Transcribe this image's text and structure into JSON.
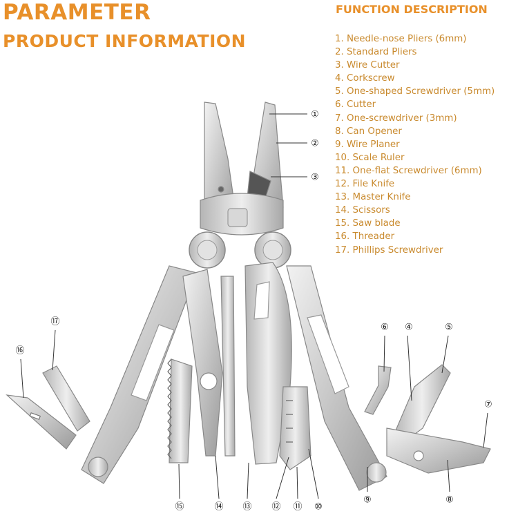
{
  "header": {
    "title_line1": "PARAMETER",
    "title_line2": "PRODUCT INFORMATION"
  },
  "function_description": {
    "title": "FUNCTION DESCRIPTION",
    "items": [
      "1.  Needle-nose Pliers (6mm)",
      "2.  Standard Pliers",
      "3.  Wire Cutter",
      "4.  Corkscrew",
      "5.  One-shaped Screwdriver (5mm)",
      "6.  Cutter",
      "7.  One-screwdriver (3mm)",
      "8.  Can Opener",
      "9.  Wire Planer",
      "10. Scale Ruler",
      "11. One-flat Screwdriver (6mm)",
      "12. File Knife",
      "13. Master Knife",
      "14. Scissors",
      "15. Saw blade",
      "16. Threader",
      "17. Phillips Screwdriver"
    ]
  },
  "callouts": [
    "①",
    "②",
    "③",
    "④",
    "⑤",
    "⑥",
    "⑦",
    "⑧",
    "⑨",
    "⑩",
    "⑪",
    "⑫",
    "⑬",
    "⑭",
    "⑮",
    "⑯",
    "⑰"
  ],
  "colors": {
    "accent_orange": "#e8902a",
    "list_text": "#c98a2e",
    "steel_light": "#e6e6e6",
    "steel_mid": "#bdbdbd",
    "steel_dark": "#8a8a8a"
  }
}
